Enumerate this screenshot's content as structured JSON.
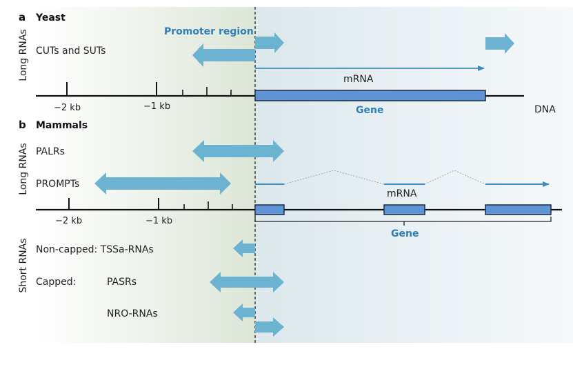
{
  "panel_a": {
    "letter": "a",
    "title": "Yeast",
    "side_label": "Long RNAs",
    "promoter_label": "Promoter region",
    "cuts_label": "CUTs and SUTs",
    "mrna_label": "mRNA",
    "gene_label": "Gene",
    "dna_label": "DNA",
    "tick_minus2": "−2 kb",
    "tick_minus1": "−1 kb"
  },
  "panel_b": {
    "letter": "b",
    "title": "Mammals",
    "side_label_long": "Long RNAs",
    "side_label_short": "Short RNAs",
    "palrs_label": "PALRs",
    "prompts_label": "PROMPTs",
    "mrna_label": "mRNA",
    "gene_label": "Gene",
    "tick_minus2": "−2 kb",
    "tick_minus1": "−1 kb",
    "noncapped_label": "Non-capped: TSSa-RNAs",
    "capped_label": "Capped:",
    "pasrs_label": "PASRs",
    "nro_label": "NRO-RNAs"
  },
  "colors": {
    "arrow_fill": "#6bb3d1",
    "gene_box": "#5e93d6",
    "blue_text": "#2e7fb8",
    "mrna_line": "#3a8cc0"
  }
}
